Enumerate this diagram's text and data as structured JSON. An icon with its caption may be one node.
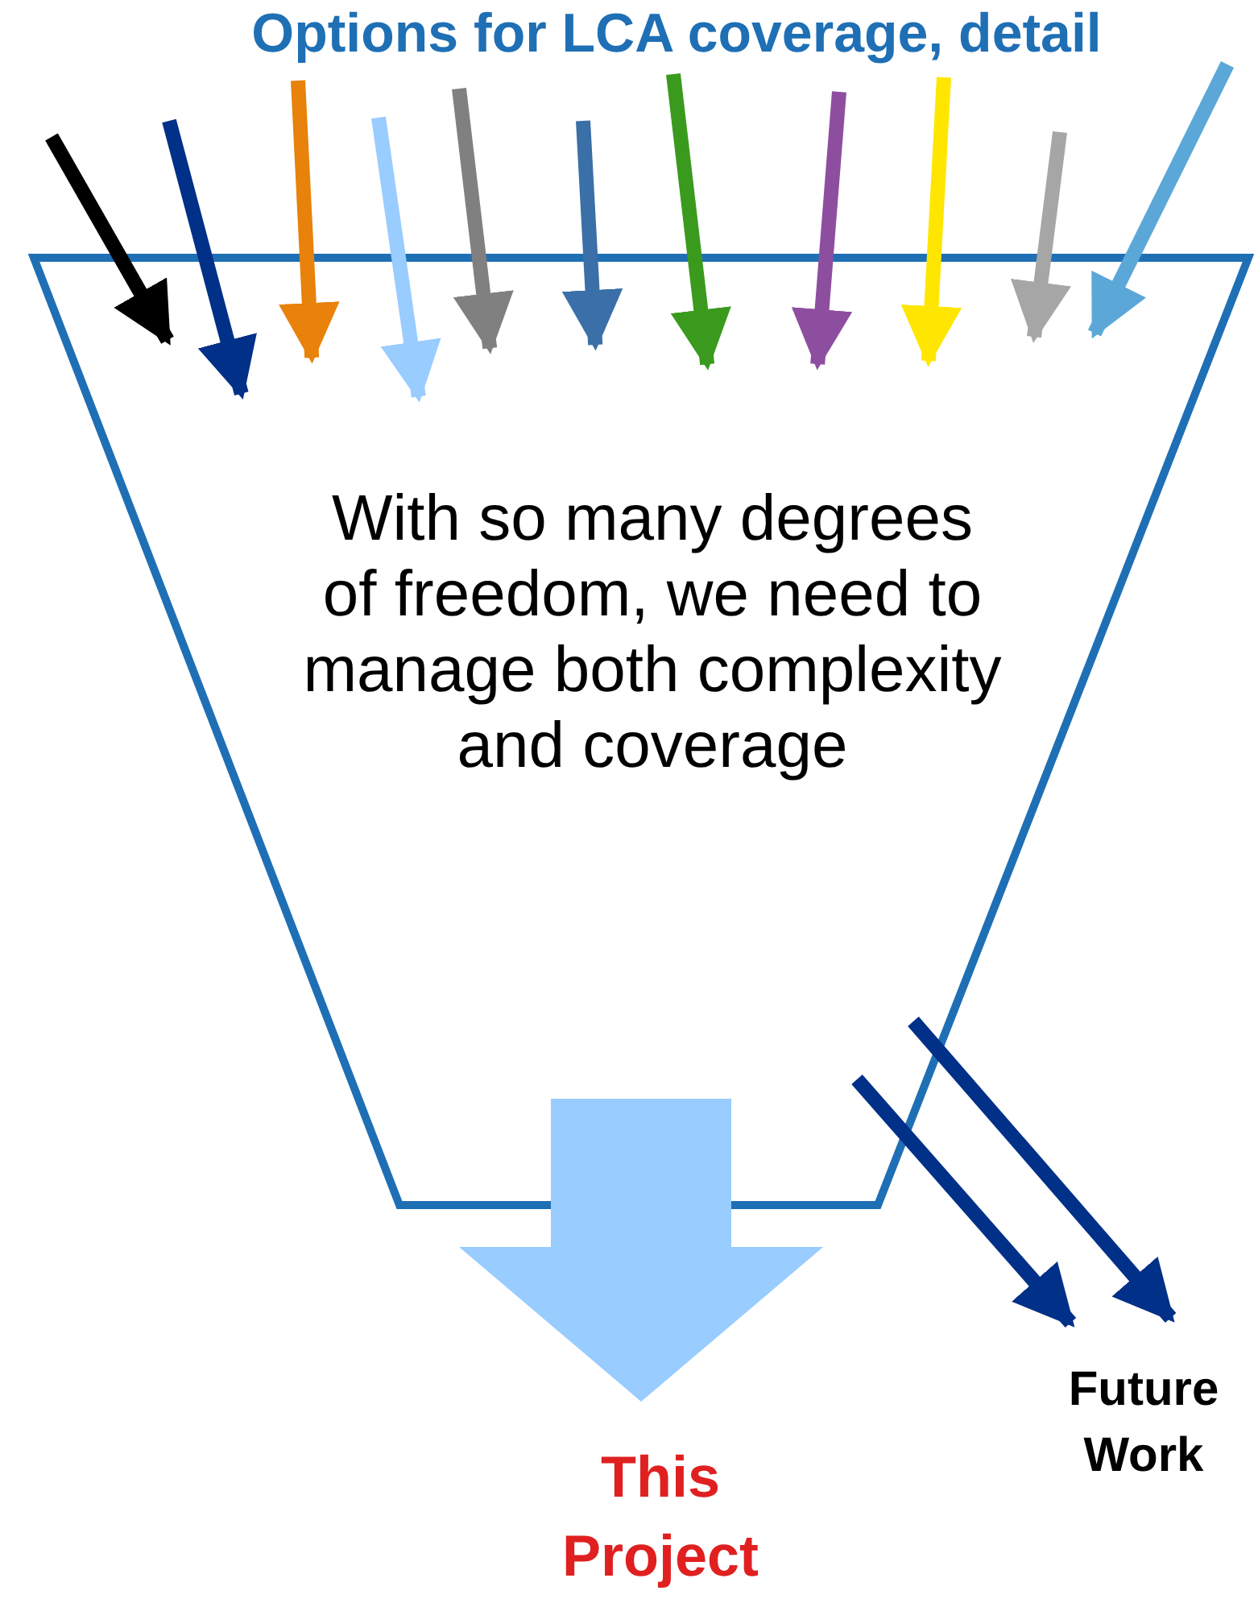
{
  "diagram": {
    "title": "Options for LCA coverage, detail",
    "nodes": [
      {
        "text": [
          "With so many degrees of freedom, we need to manage both complexity and coverage"
        ]
      },
      {
        "text": [
          "This Project"
        ]
      },
      {
        "text": [
          "Future Work"
        ]
      }
    ],
    "edges": [
      {
        "from": null,
        "to": 0,
        "arrow": "to",
        "color": "#000000"
      },
      {
        "from": null,
        "to": 0,
        "arrow": "to",
        "color": "#003087"
      },
      {
        "from": null,
        "to": 0,
        "arrow": "to",
        "color": "#e8820a"
      },
      {
        "from": null,
        "to": 0,
        "arrow": "to",
        "color": "#99ccff"
      },
      {
        "from": null,
        "to": 0,
        "arrow": "to",
        "color": "#808080"
      },
      {
        "from": null,
        "to": 0,
        "arrow": "to",
        "color": "#3a6fa8"
      },
      {
        "from": null,
        "to": 0,
        "arrow": "to",
        "color": "#3a9a1e"
      },
      {
        "from": null,
        "to": 0,
        "arrow": "to",
        "color": "#8e4ea0"
      },
      {
        "from": null,
        "to": 0,
        "arrow": "to",
        "color": "#ffe600"
      },
      {
        "from": null,
        "to": 0,
        "arrow": "to",
        "color": "#a6a6a6"
      },
      {
        "from": null,
        "to": 0,
        "arrow": "to",
        "color": "#5ba8d8"
      },
      {
        "from": 0,
        "to": 1,
        "arrow": "to",
        "style": "thick",
        "color": "#99ccff"
      },
      {
        "from": 0,
        "to": 2,
        "arrow": "to",
        "color": "#003087"
      },
      {
        "from": 0,
        "to": 2,
        "arrow": "to",
        "color": "#003087"
      }
    ]
  }
}
